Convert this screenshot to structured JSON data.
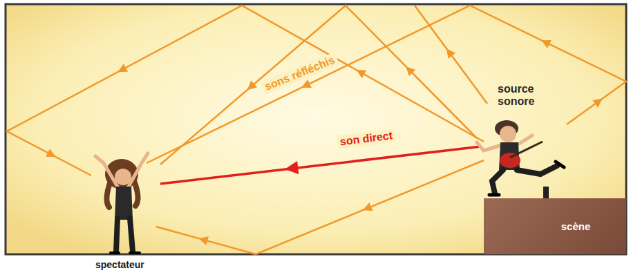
{
  "diagram": {
    "nodes": [
      {
        "text": [
          "scène"
        ]
      }
    ],
    "labels": [
      "sons réfléchis",
      "son direct",
      "source sonore",
      "spectateur"
    ]
  }
}
